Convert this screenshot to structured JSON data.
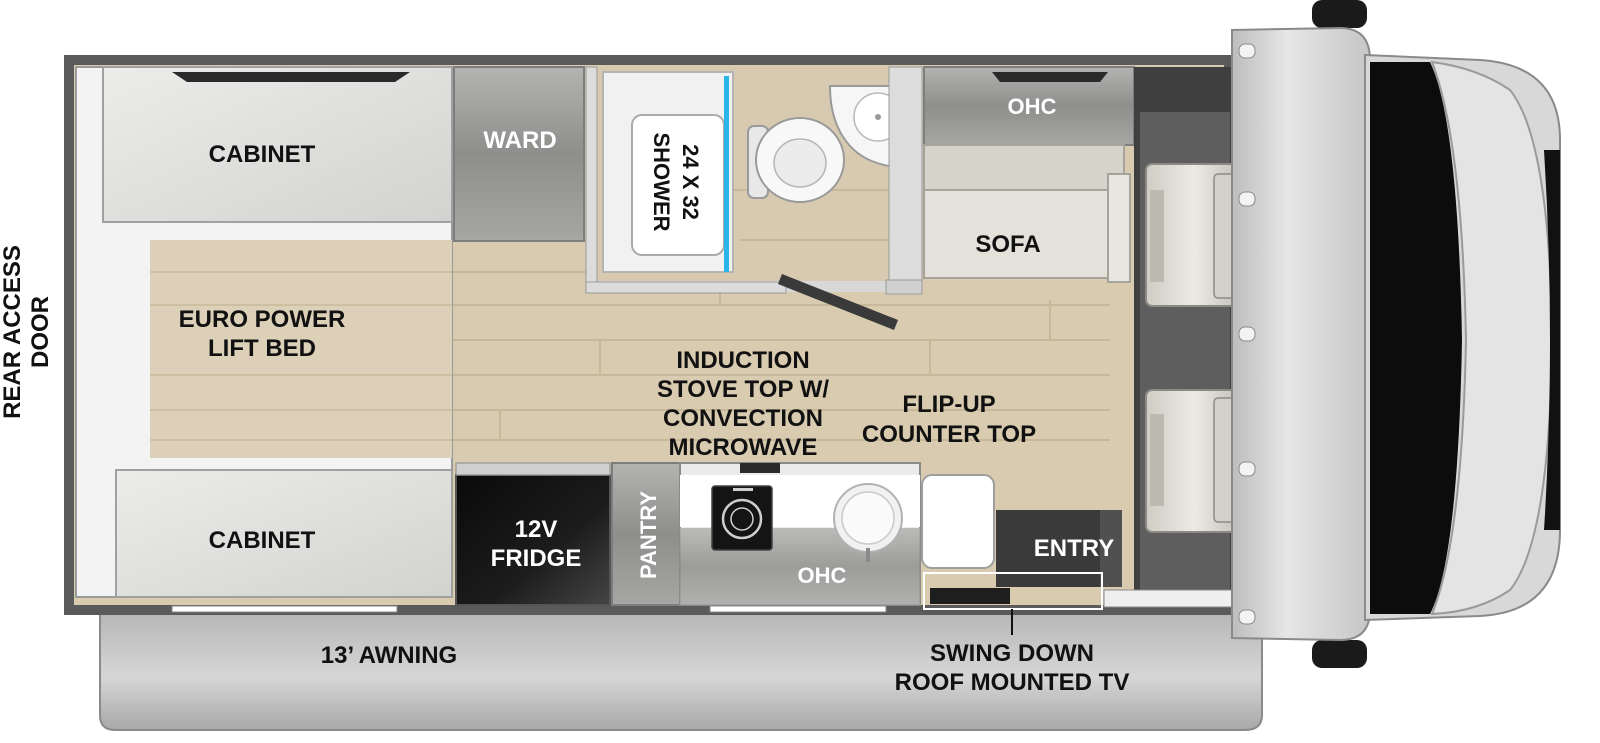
{
  "labels": {
    "rear_access_line1": "REAR ACCESS",
    "rear_access_line2": "DOOR",
    "cabinet_top": "CABINET",
    "cabinet_bottom": "CABINET",
    "bed_line1": "EURO POWER",
    "bed_line2": "LIFT BED",
    "ward": "WARD",
    "shower_line1": "24 X 32",
    "shower_line2": "SHOWER",
    "ohc_top": "OHC",
    "sofa": "SOFA",
    "stove_line1": "INDUCTION",
    "stove_line2": "STOVE TOP W/",
    "stove_line3": "CONVECTION",
    "stove_line4": "MICROWAVE",
    "flip_line1": "FLIP-UP",
    "flip_line2": "COUNTER TOP",
    "fridge_line1": "12V",
    "fridge_line2": "FRIDGE",
    "pantry": "PANTRY",
    "ohc_bottom": "OHC",
    "entry": "ENTRY",
    "awning": "13’ AWNING",
    "tv_line1": "SWING DOWN",
    "tv_line2": "ROOF MOUNTED TV"
  },
  "colors": {
    "wall": "#5a5a5a",
    "floor": "#d9ccb2",
    "cabinet": "#e2e2e0",
    "bed_frame": "#f2f2f2",
    "wood_gray": "#9a9a98",
    "cab_body": "#d4d4d4",
    "windshield": "#0c0c0c",
    "fridge": "#151515",
    "shower_accent": "#27b6e6",
    "awning": "#c9c9c9",
    "seat": "#dedbd4"
  }
}
